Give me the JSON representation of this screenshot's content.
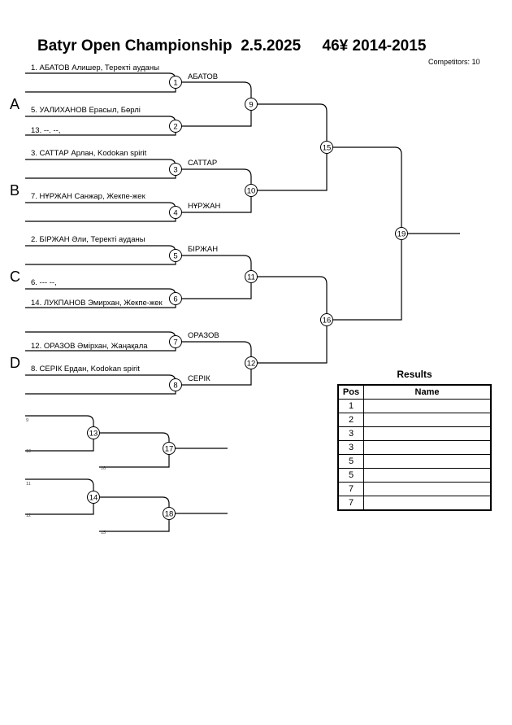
{
  "header": {
    "title": "Batyr Open Championship  2.5.2025     46¥ 2014-2015",
    "competitors": "Competitors: 10"
  },
  "groups": [
    "A",
    "B",
    "C",
    "D"
  ],
  "entries": [
    "1. АБАТОВ Алишер, Теректі ауданы",
    "5. УАЛИХАНОВ Ерасыл, Бөрлі",
    "13. --. --,",
    "3. САТТАР Арлан, Kodokan spirit",
    "7. НҰРЖАН Санжар, Жекпе-жек",
    "2. БІРЖАН Әли, Теректі ауданы",
    "6. --- --,",
    "14. ЛУКПАНОВ Эмирхан, Жекпе-жек",
    "12. ОРАЗОВ Әмірхан, Жаңақала",
    "8. СЕРІК Ердан, Kodokan spirit"
  ],
  "winners": [
    "АБАТОВ",
    "САТТАР",
    "НҰРЖАН",
    "БІРЖАН",
    "ОРАЗОВ",
    "СЕРІК"
  ],
  "matches": [
    "1",
    "2",
    "3",
    "4",
    "5",
    "6",
    "7",
    "8",
    "9",
    "10",
    "11",
    "12",
    "13",
    "14",
    "15",
    "16",
    "17",
    "18",
    "19"
  ],
  "repechage_labels": [
    "9",
    "10",
    "16",
    "11",
    "12",
    "15"
  ],
  "results": {
    "title": "Results",
    "col_pos": "Pos",
    "col_name": "Name",
    "rows": [
      {
        "pos": "1",
        "name": ""
      },
      {
        "pos": "2",
        "name": ""
      },
      {
        "pos": "3",
        "name": ""
      },
      {
        "pos": "3",
        "name": ""
      },
      {
        "pos": "5",
        "name": ""
      },
      {
        "pos": "5",
        "name": ""
      },
      {
        "pos": "7",
        "name": ""
      },
      {
        "pos": "7",
        "name": ""
      }
    ]
  }
}
